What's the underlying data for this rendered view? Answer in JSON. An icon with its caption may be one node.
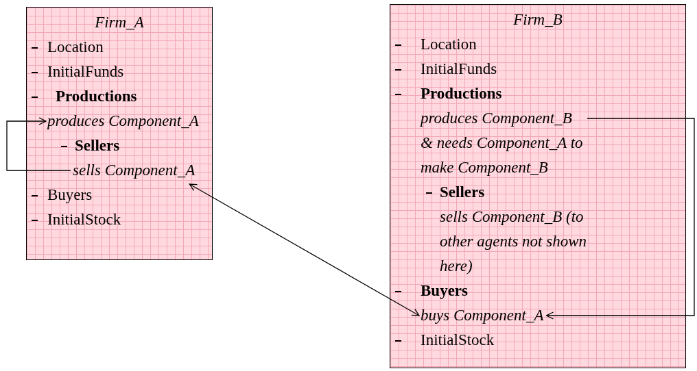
{
  "diagram": {
    "nodes": [
      {
        "text": [
          "Firm_A"
        ]
      },
      {
        "text": [
          "Location"
        ],
        "in": 0
      },
      {
        "text": [
          "InitialFunds"
        ],
        "in": 0
      },
      {
        "text": [
          "Productions",
          "produces Component_A"
        ],
        "in": 0
      },
      {
        "text": [
          "Sellers",
          "sells Component_A"
        ],
        "in": 0
      },
      {
        "text": [
          "Buyers"
        ],
        "in": 0
      },
      {
        "text": [
          "InitialStock"
        ],
        "in": 0
      },
      {
        "text": [
          "Firm_B"
        ]
      },
      {
        "text": [
          "Location"
        ],
        "in": 7
      },
      {
        "text": [
          "InitialFunds"
        ],
        "in": 7
      },
      {
        "text": [
          "Productions",
          "produces Component_B & needs Component_A to make Component_B"
        ],
        "in": 7
      },
      {
        "text": [
          "Sellers",
          "sells Component_B (to other agents not shown here)"
        ],
        "in": 7
      },
      {
        "text": [
          "Buyers",
          "buys Component_A"
        ],
        "in": 7
      },
      {
        "text": [
          "InitialStock"
        ],
        "in": 7
      }
    ],
    "edges": [
      {
        "from": 4,
        "to": 3,
        "arrow": "to"
      },
      {
        "from": 4,
        "to": 12,
        "arrow": "both"
      },
      {
        "from": 10,
        "to": 12,
        "arrow": "to"
      }
    ]
  }
}
